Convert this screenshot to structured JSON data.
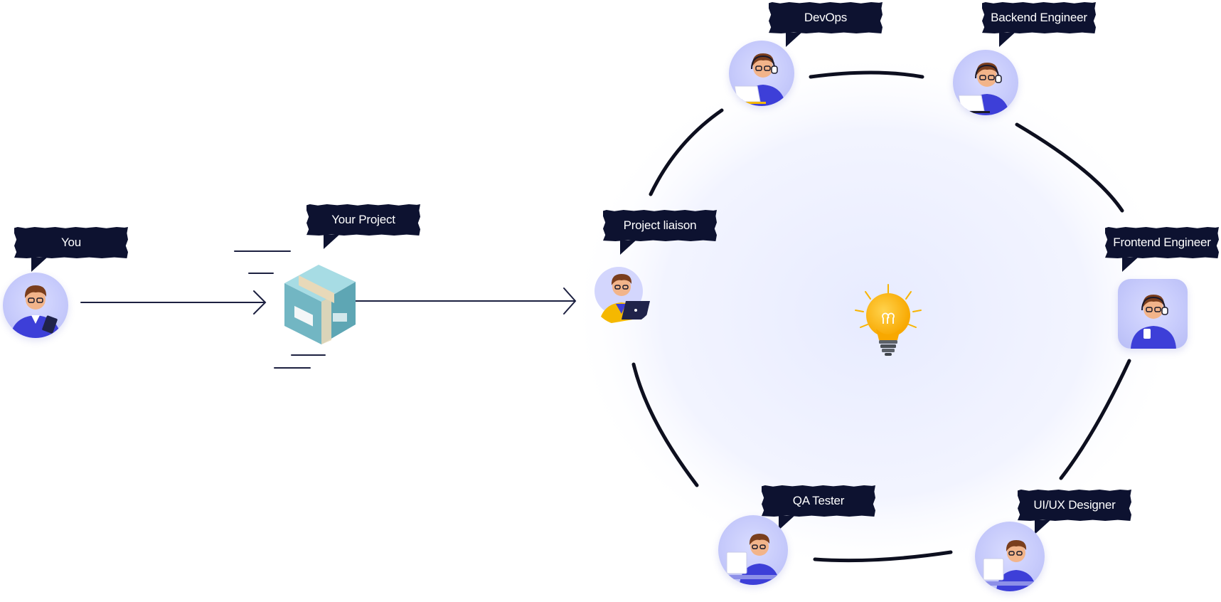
{
  "nodes": {
    "you": {
      "label": "You"
    },
    "project": {
      "label": "Your Project"
    },
    "liaison": {
      "label": "Project liaison"
    },
    "devops": {
      "label": "DevOps"
    },
    "backend": {
      "label": "Backend Engineer"
    },
    "frontend": {
      "label": "Frontend Engineer"
    },
    "uiux": {
      "label": "UI/UX Designer"
    },
    "qa": {
      "label": "QA Tester"
    }
  },
  "center_icon": "lightbulb-icon",
  "colors": {
    "bubble": "#0d1230",
    "bubble_text": "#ffffff",
    "arrow": "#1c2040",
    "avatar_bg": "#c5c9fb",
    "shirt": "#3d3fd8",
    "bulb": "#fbb90f",
    "box": "#7fc0cc",
    "hub_glow": "#eef1ff"
  }
}
